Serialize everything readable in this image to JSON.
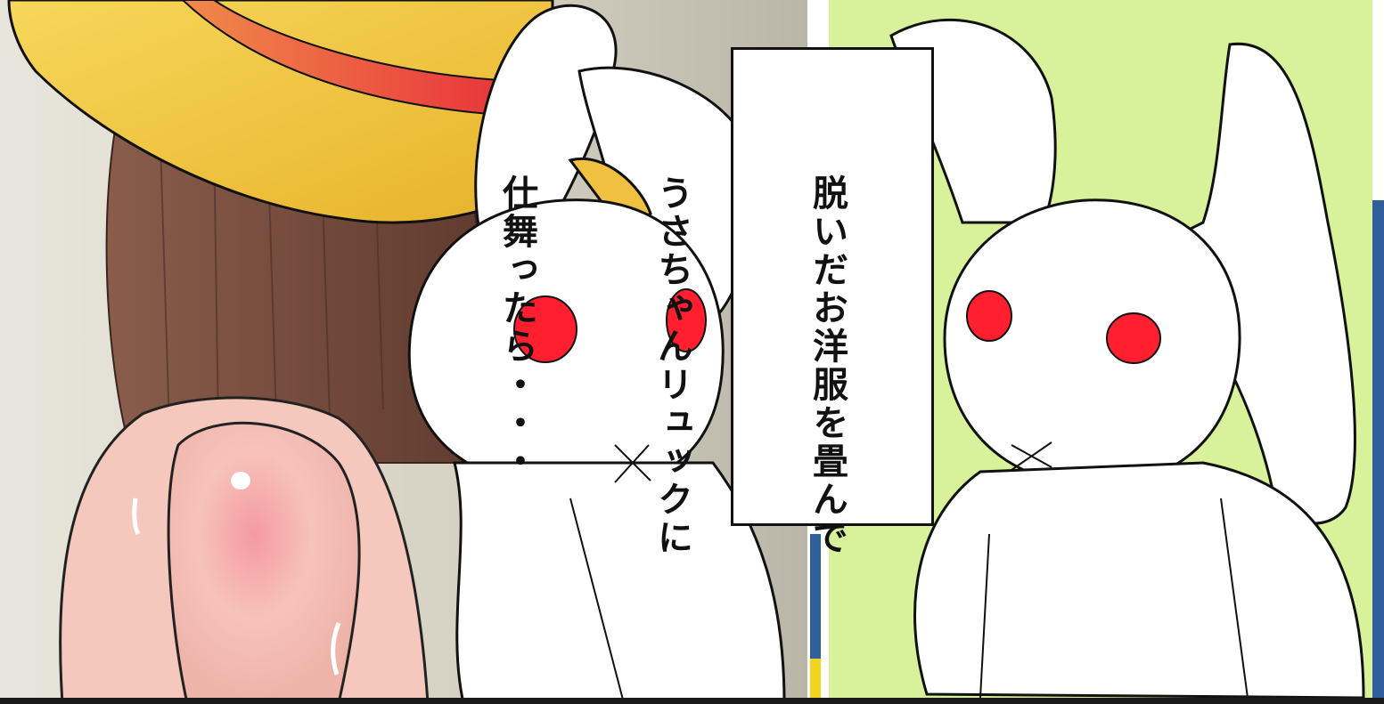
{
  "caption": {
    "lines": [
      "脱いだお洋服を畳んで",
      "うさちゃんリュックに",
      "仕舞ったら・・・"
    ]
  },
  "colors": {
    "hat": "#f2c43c",
    "hat_band": "#e84a3a",
    "hair": "#7a4f3f",
    "skin": "#f6c7bd",
    "plush": "#ffffff",
    "eyes": "#ff1f2e",
    "left_bg": "#d9d6c6",
    "right_bg": "#d8f29b",
    "gutter_blue": "#2f5f9a",
    "gutter_yellow": "#f3d31f"
  },
  "icons": [
    "rabbit-plush",
    "straw-hat"
  ]
}
